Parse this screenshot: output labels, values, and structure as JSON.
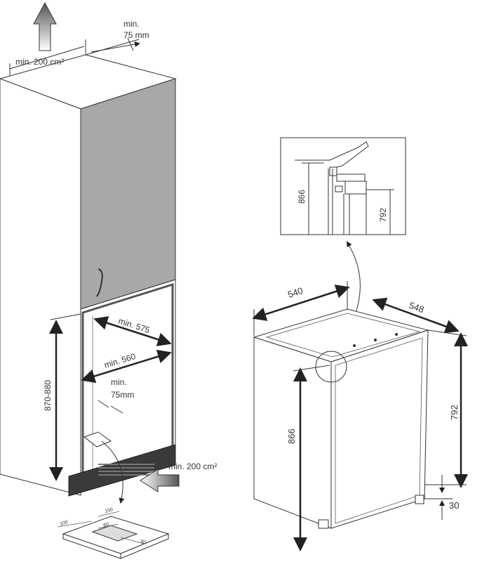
{
  "vent_top": {
    "min_area": "min. 200 cm²",
    "min_gap": "min.",
    "min_gap_value": "75 mm"
  },
  "niche": {
    "height_range": "870-880",
    "depth": "min. 575",
    "width": "min. 560",
    "rear_gap_min": "min.",
    "rear_gap_value": "75mm"
  },
  "vent_bottom": {
    "min_area": "min. 200 cm²"
  },
  "plinth_detail": {
    "dim_a": "100",
    "dim_b": "100",
    "dim_c": "60",
    "dim_d": "60"
  },
  "hinge_detail": {
    "height_total": "866",
    "height_body": "792"
  },
  "appliance": {
    "width": "540",
    "depth": "548",
    "height_body": "792",
    "height_total": "866",
    "base_gap": "30"
  },
  "colors": {
    "door_panel": "#a8a8a8",
    "plinth": "#3a3a3a",
    "line": "#333333"
  }
}
